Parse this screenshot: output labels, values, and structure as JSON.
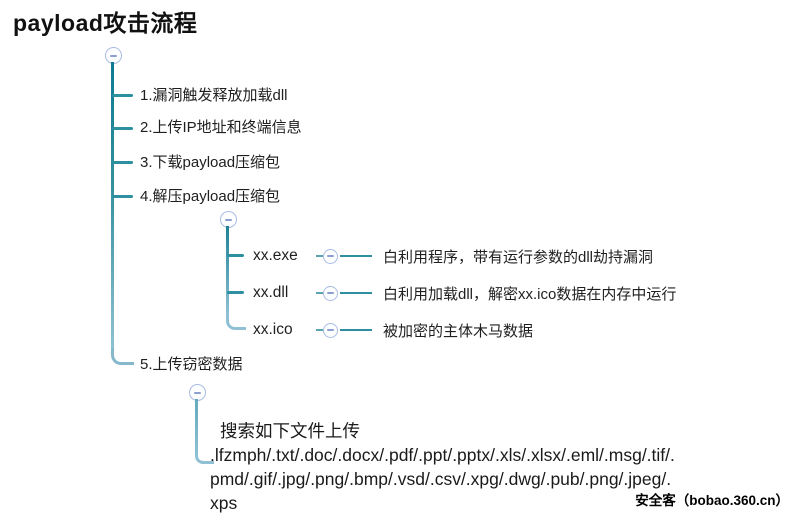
{
  "title": "payload攻击流程",
  "tree": {
    "steps": [
      {
        "label": "1.漏洞触发释放加载dll"
      },
      {
        "label": "2.上传IP地址和终端信息"
      },
      {
        "label": "3.下载payload压缩包"
      },
      {
        "label": "4.解压payload压缩包"
      },
      {
        "label": "5.上传窃密数据"
      }
    ],
    "payload_files": [
      {
        "name": "xx.exe",
        "description": "白利用程序，带有运行参数的dll劫持漏洞"
      },
      {
        "name": "xx.dll",
        "description": "白利用加载dll，解密xx.ico数据在内存中运行"
      },
      {
        "name": "xx.ico",
        "description": "被加密的主体木马数据"
      }
    ],
    "upload_note_lines": [
      "搜索如下文件上传",
      ".lfzmph/.txt/.doc/.docx/.pdf/.ppt/.pptx/.xls/.xlsx/.eml/.msg/.tif/.",
      "pmd/.gif/.jpg/.png/.bmp/.vsd/.csv/.xpg/.dwg/.pub/.png/.jpeg/.",
      "xps"
    ]
  },
  "watermark": {
    "text": "安全客（bobao.360.cn）"
  },
  "icons": {
    "collapse_node": "minus-circle"
  },
  "colors": {
    "background": "#ffffff",
    "branch_teal": "#2e8fa0",
    "trunk_gradient_top": "#0d7a91",
    "trunk_gradient_bottom": "#8fc0d4",
    "node_border": "#a9bce4",
    "node_minus": "#8d9fd0",
    "text": "#1f1f1f"
  }
}
